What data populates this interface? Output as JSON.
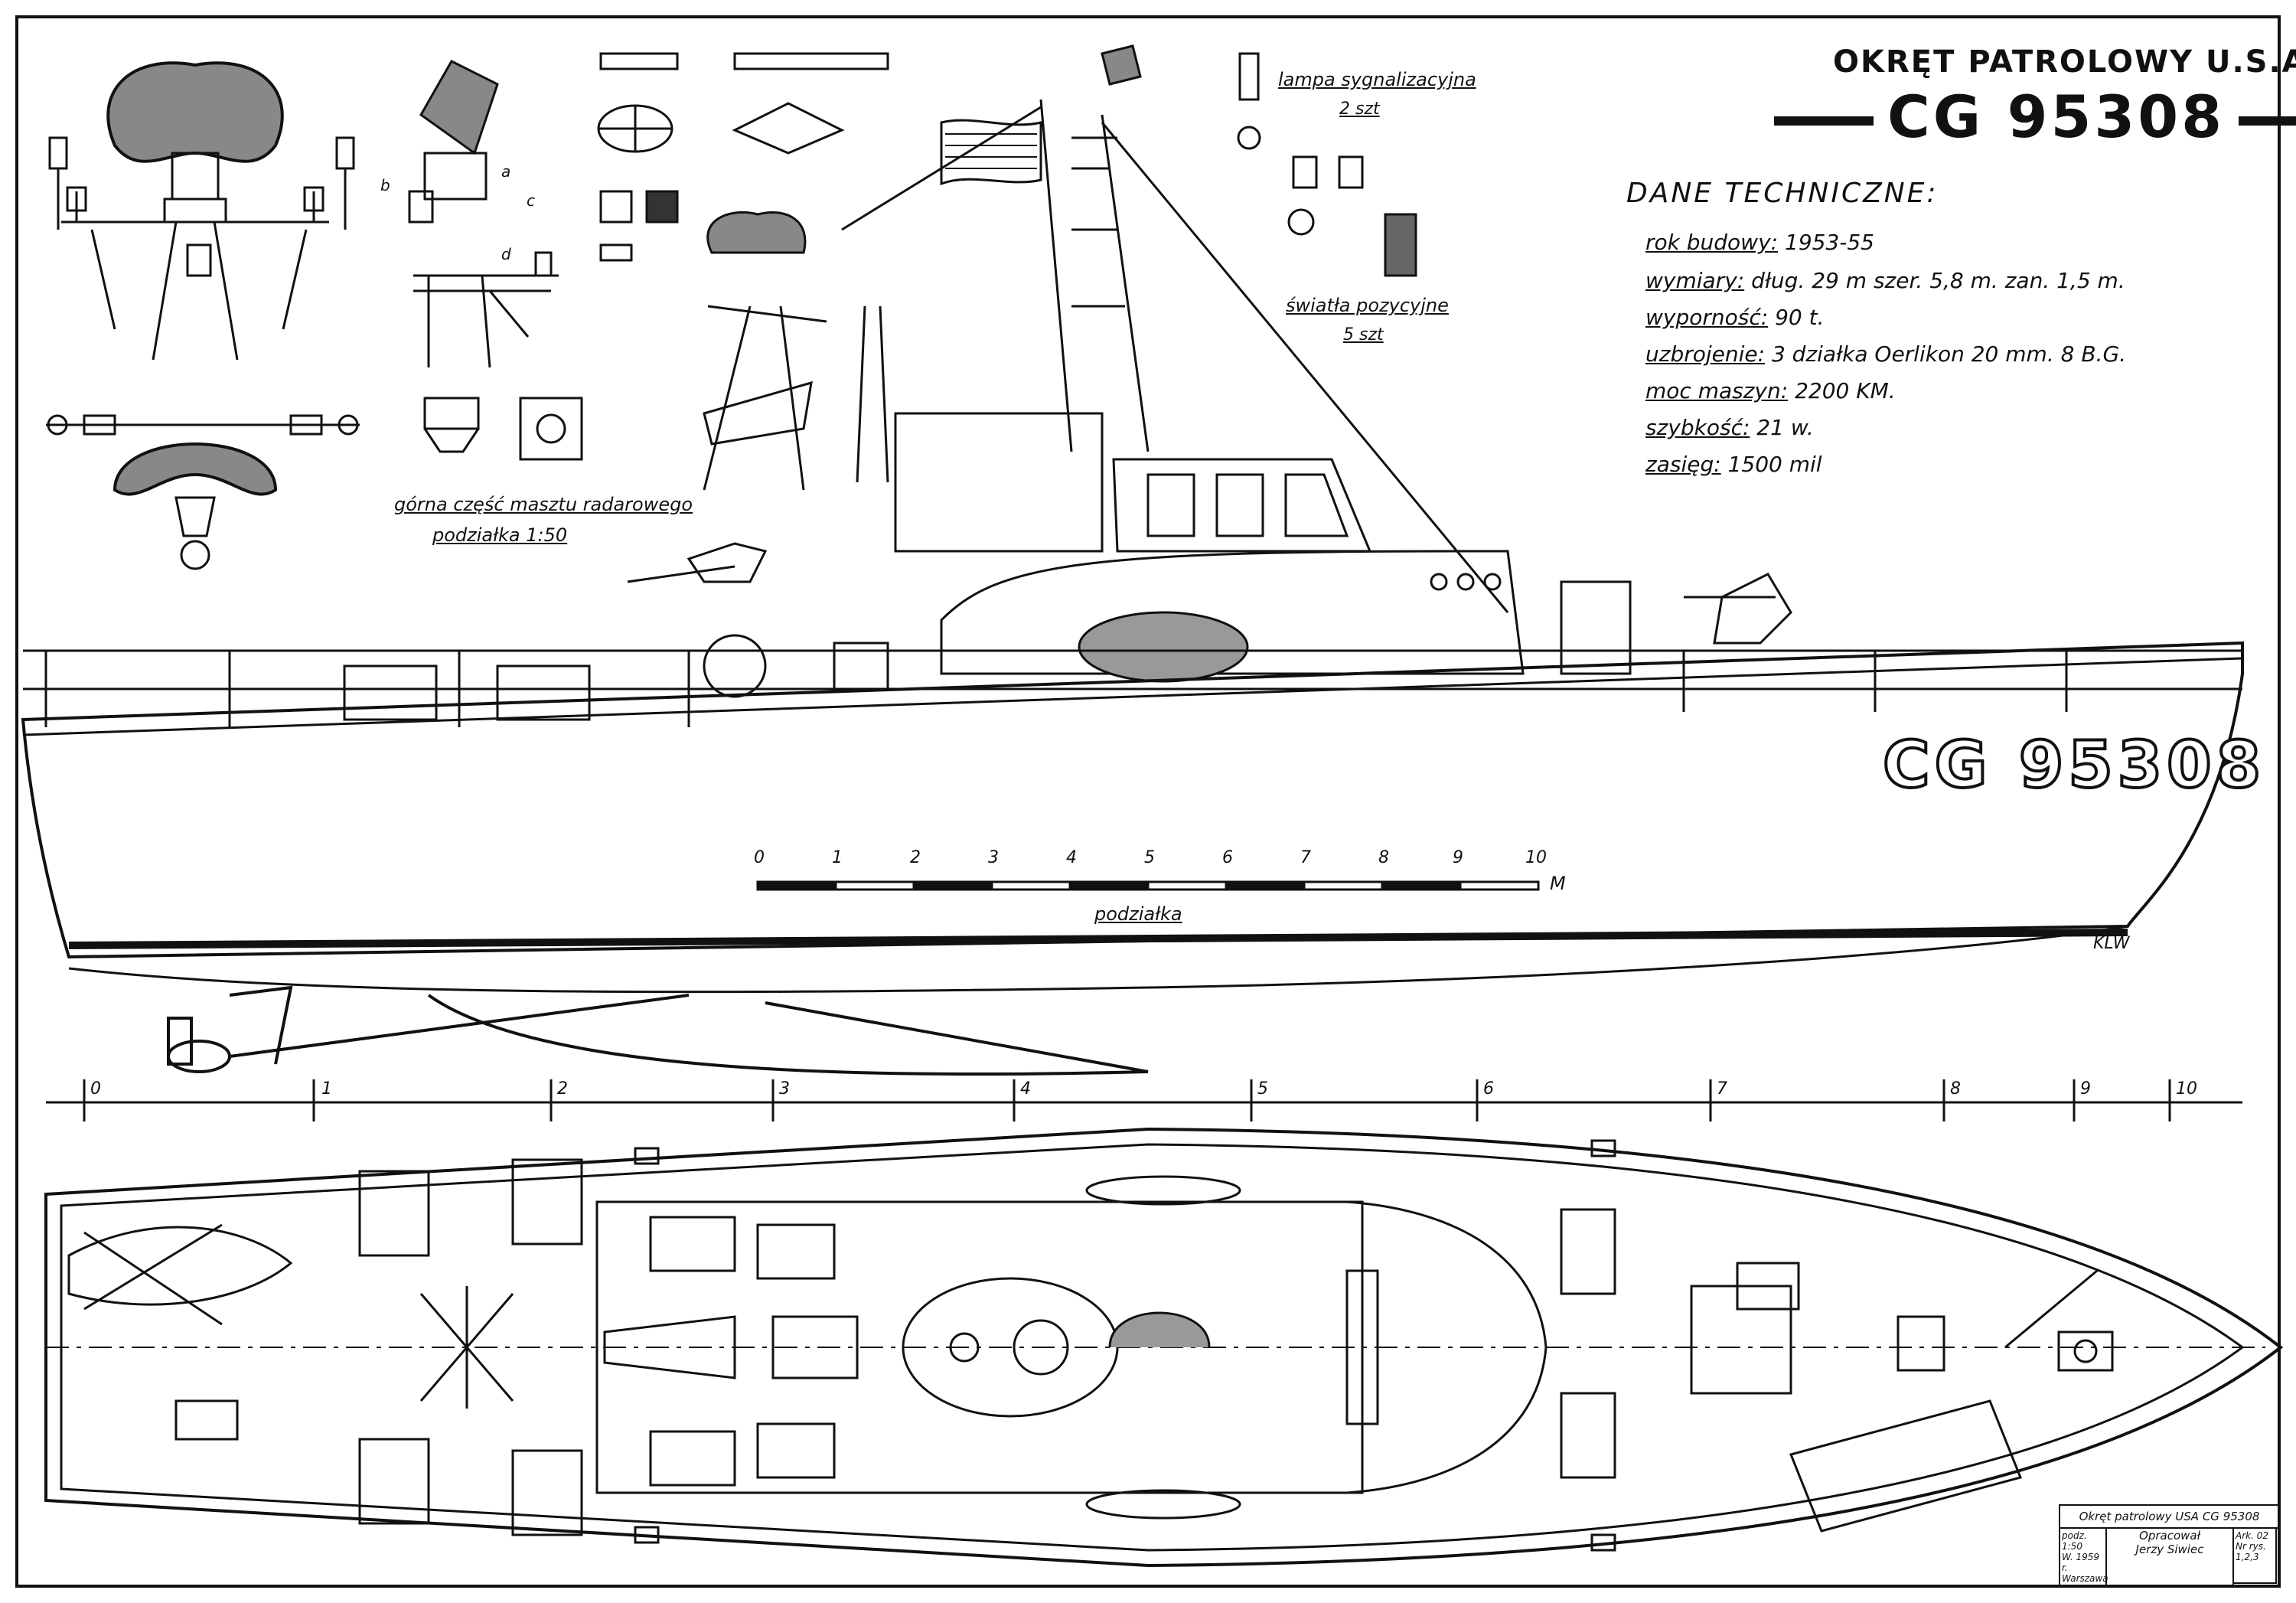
{
  "title": "OKRĘT PATROLOWY U.S.A.",
  "hull_number": "CG 95308",
  "specs_heading": "DANE TECHNICZNE:",
  "specs": [
    {
      "key": "rok budowy:",
      "value": "1953-55"
    },
    {
      "key": "wymiary:",
      "value": "dług. 29 m   szer. 5,8 m.  zan. 1,5 m."
    },
    {
      "key": "wyporność:",
      "value": "90 t."
    },
    {
      "key": "uzbrojenie:",
      "value": "3 działka Oerlikon 20 mm.  8 B.G."
    },
    {
      "key": "moc maszyn:",
      "value": "2200 KM."
    },
    {
      "key": "szybkość:",
      "value": "21 w."
    },
    {
      "key": "zasięg:",
      "value": "1500 mil"
    }
  ],
  "labels": {
    "signal_lamp": "lampa sygnalizacyjna",
    "signal_lamp_count": "2 szt",
    "position_lights": "światła pozycyjne",
    "position_lights_count": "5 szt",
    "radar_mast": "górna część masztu radarowego",
    "radar_scale": "podziałka 1:50",
    "scale_caption": "podziałka",
    "klw": "KLW",
    "detail_a": "a",
    "detail_b": "b",
    "detail_c": "c",
    "detail_d": "d"
  },
  "scale_bar": {
    "ticks": [
      "0",
      "1",
      "2",
      "3",
      "4",
      "5",
      "6",
      "7",
      "8",
      "9",
      "10"
    ],
    "unit": "M"
  },
  "frame_ruler": {
    "ticks": [
      "0",
      "1",
      "2",
      "3",
      "4",
      "5",
      "6",
      "7",
      "8",
      "9",
      "10"
    ]
  },
  "title_block": {
    "heading": "Okręt patrolowy USA  CG 95308",
    "scale": "podz. 1:50",
    "date": "W. 1959 r. Warszawa",
    "prepared": "Opracował",
    "author": "Jerzy Siwiec",
    "sheet": "Ark. 02",
    "number": "Nr rys. 1,2,3"
  }
}
